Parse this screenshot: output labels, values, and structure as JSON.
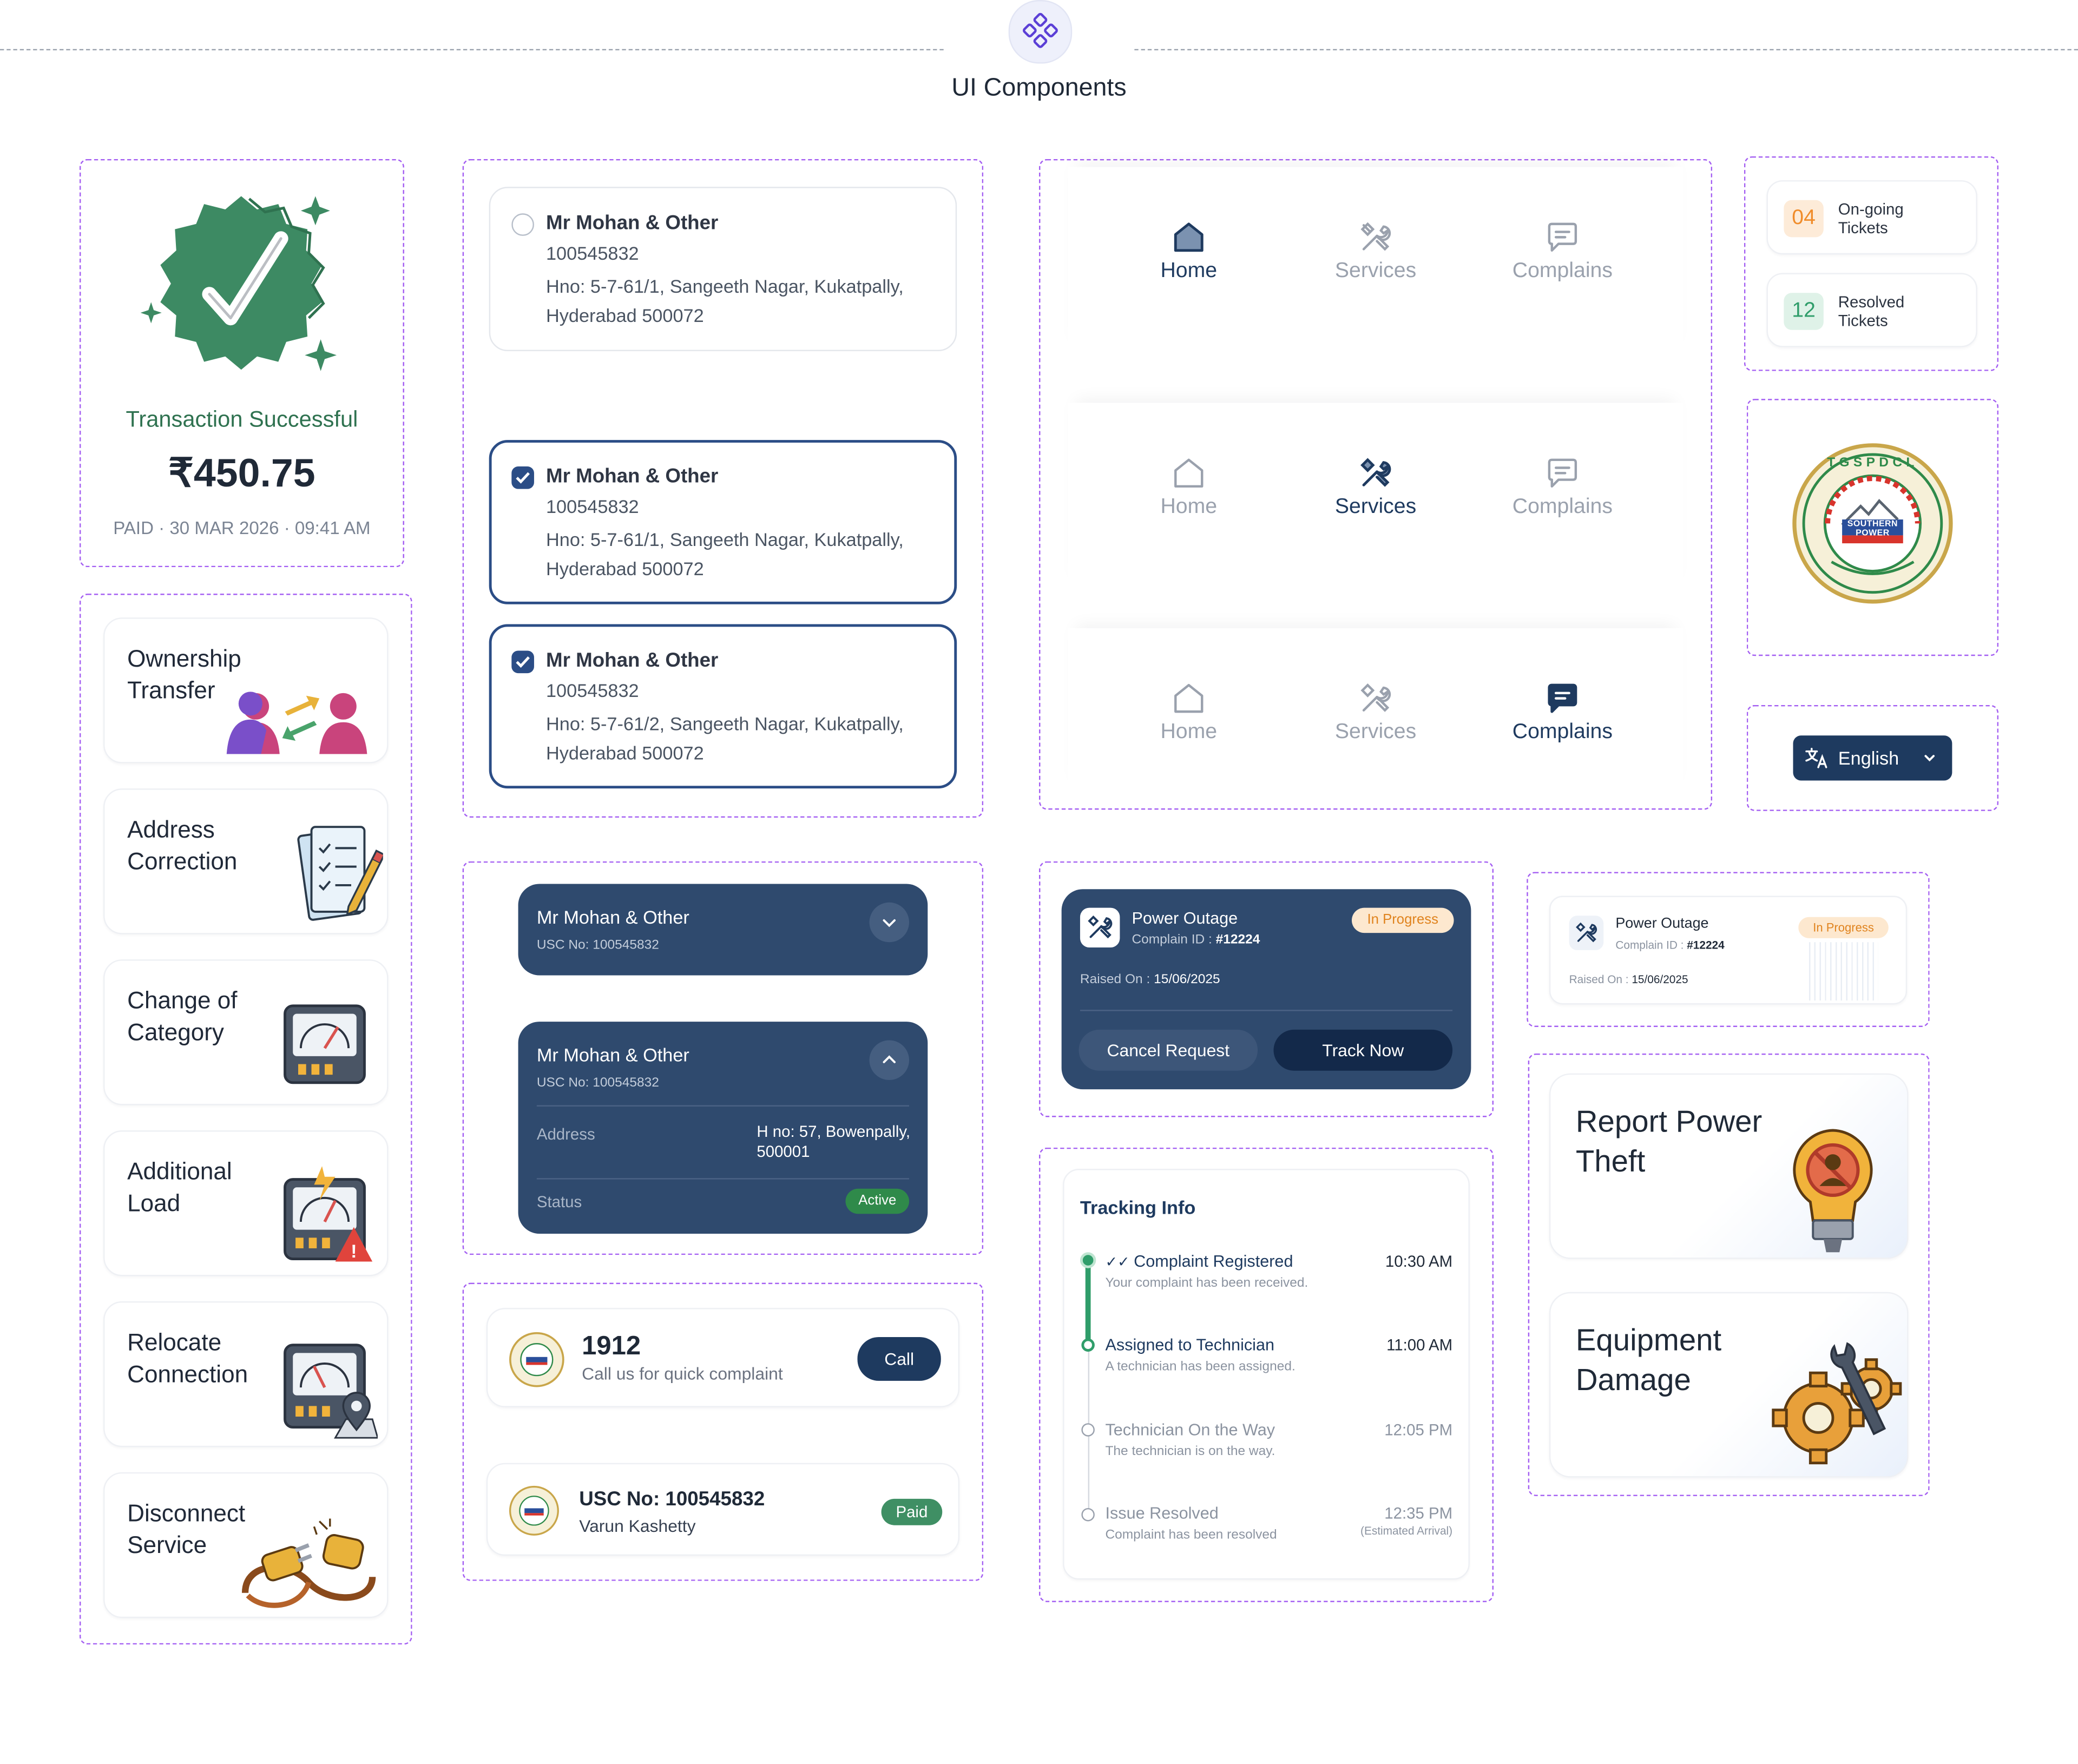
{
  "header": {
    "title": "UI Components"
  },
  "transaction": {
    "status": "Transaction Successful",
    "amount": "₹450.75",
    "meta": "PAID · 30 MAR 2026 · 09:41 AM"
  },
  "services": [
    {
      "label": "Ownership\nTransfer",
      "icon": "ownership-transfer-icon"
    },
    {
      "label": "Address\nCorrection",
      "icon": "address-correction-icon"
    },
    {
      "label": "Change of\nCategory",
      "icon": "meter-icon"
    },
    {
      "label": "Additional\nLoad",
      "icon": "meter-warning-icon"
    },
    {
      "label": "Relocate\nConnection",
      "icon": "meter-location-icon"
    },
    {
      "label": "Disconnect\nService",
      "icon": "plug-icon"
    }
  ],
  "connections": [
    {
      "name": "Mr Mohan & Other",
      "number": "100545832",
      "address": "Hno: 5-7-61/1, Sangeeth Nagar, Kukatpally, Hyderabad 500072",
      "selected": false
    },
    {
      "name": "Mr Mohan & Other",
      "number": "100545832",
      "address": "Hno: 5-7-61/1, Sangeeth Nagar, Kukatpally, Hyderabad 500072",
      "selected": true
    },
    {
      "name": "Mr Mohan & Other",
      "number": "100545832",
      "address": "Hno: 5-7-61/2, Sangeeth Nagar, Kukatpally, Hyderabad 500072",
      "selected": true
    }
  ],
  "nav": {
    "items": [
      "Home",
      "Services",
      "Complains"
    ],
    "colors": {
      "active": "#1e3a5f",
      "inactive": "#9aa1ad"
    }
  },
  "tickets": [
    {
      "count": "04",
      "label": "On-going\nTickets",
      "color": "#f08c2a"
    },
    {
      "count": "12",
      "label": "Resolved\nTickets",
      "color": "#2f9d6a"
    }
  ],
  "logo": {
    "text": "SOUTHERN POWER",
    "ring": "TGSPDCL"
  },
  "language": {
    "selected": "English"
  },
  "accordion": {
    "collapsed": {
      "name": "Mr Mohan & Other",
      "usc": "USC No: 100545832"
    },
    "expanded": {
      "name": "Mr Mohan & Other",
      "usc": "USC No: 100545832",
      "address_label": "Address",
      "address_value": "H no: 57, Bowenpally,\n500001",
      "status_label": "Status",
      "status_value": "Active"
    }
  },
  "complaint_dark": {
    "title": "Power Outage",
    "id_label": "Complain ID : ",
    "id": "#12224",
    "badge": "In Progress",
    "raised_label": "Raised On : ",
    "raised": "15/06/2025",
    "cancel": "Cancel Request",
    "track": "Track Now"
  },
  "complaint_light": {
    "title": "Power Outage",
    "id_label": "Complain ID : ",
    "id": "#12224",
    "badge": "In Progress",
    "raised_label": "Raised On : ",
    "raised": "15/06/2025"
  },
  "helpline": {
    "number": "1912",
    "subtitle": "Call us for quick complaint",
    "button": "Call"
  },
  "usc_card": {
    "title": "USC No: 100545832",
    "name": "Varun Kashetty",
    "badge": "Paid"
  },
  "tracking": {
    "title": "Tracking Info",
    "steps": [
      {
        "title": "Complaint Registered",
        "sub": "Your complaint has been received.",
        "time": "10:30 AM",
        "state": "done"
      },
      {
        "title": "Assigned to Technician",
        "sub": "A technician has been assigned.",
        "time": "11:00 AM",
        "state": "current"
      },
      {
        "title": "Technician On the Way",
        "sub": "The technician is on the way.",
        "time": "12:05 PM",
        "state": "pending"
      },
      {
        "title": "Issue Resolved",
        "sub": "Complaint has been resolved",
        "time": "12:35 PM",
        "note": "(Estimated Arrival)",
        "state": "pending"
      }
    ]
  },
  "report_cards": [
    {
      "label": "Report Power\nTheft",
      "icon": "bulb-theft-icon"
    },
    {
      "label": "Equipment\nDamage",
      "icon": "gears-wrench-icon"
    }
  ]
}
